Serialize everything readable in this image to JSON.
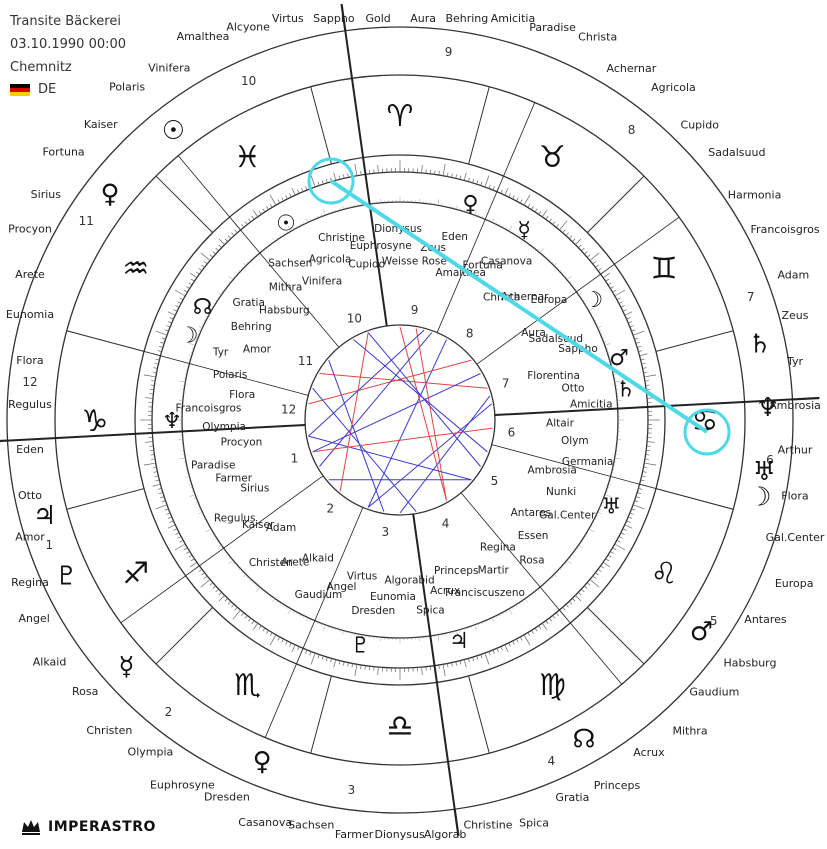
{
  "header": {
    "title": "Transite Bäckerei",
    "datetime": "03.10.1990 00:00",
    "place": "Chemnitz",
    "country": "DE"
  },
  "brand": {
    "name": "IMPERASTRO"
  },
  "colors": {
    "highlight": "#4dd9e6",
    "aspect_red": "#e04545",
    "aspect_blue": "#3b3bd1"
  },
  "zodiac": [
    "♈",
    "♉",
    "♊",
    "♋",
    "♌",
    "♍",
    "♎",
    "♏",
    "♐",
    "♑",
    "♒",
    "♓"
  ],
  "inner_house_numbers": [
    "1",
    "2",
    "3",
    "4",
    "5",
    "6",
    "7",
    "8",
    "9",
    "10",
    "11",
    "12"
  ],
  "outer_house_numbers": [
    "1",
    "2",
    "3",
    "4",
    "5",
    "6",
    "7",
    "8",
    "9",
    "10",
    "11",
    "12"
  ],
  "outer_planets": [
    "☉",
    "♃",
    "♀",
    "☊",
    "♂",
    "☽",
    "♄",
    "♆",
    "♅",
    "♇",
    "☿",
    "♀"
  ],
  "inner_planets": [
    "☉",
    "♀",
    "☿",
    "♂",
    "☽",
    "♆",
    "♅",
    "♃",
    "♇",
    "♄",
    "☊",
    "☽"
  ],
  "outer_labels": [
    "Gold",
    "Aura",
    "Behring",
    "Amicitia",
    "Paradise",
    "Christa",
    "Achernar",
    "Agricola",
    "Cupido",
    "Sadalsuud",
    "Harmonia",
    "Francoisgros",
    "Adam",
    "Zeus",
    "Tyr",
    "Ambrosia",
    "Arthur",
    "Flora",
    "Gal.Center",
    "Europa",
    "Antares",
    "Habsburg",
    "Gaudium",
    "Mithra",
    "Acrux",
    "Princeps",
    "Gratia",
    "Spica",
    "Christine",
    "Algorab",
    "Dionysus",
    "Farmer",
    "Sachsen",
    "Casanova",
    "Dresden",
    "Euphrosyne",
    "Olympia",
    "Christen",
    "Rosa",
    "Alkaid",
    "Angel",
    "Regina",
    "Amor",
    "Otto",
    "Eden",
    "Regulus",
    "Flora",
    "Eunomia",
    "Arete",
    "Procyon",
    "Sirius",
    "Fortuna",
    "Kaiser",
    "Polaris",
    "Vinifera",
    "Amalthea",
    "Alcyone",
    "Virtus",
    "Sappho"
  ],
  "inner_labels": [
    "Cupido",
    "Euphrosyne",
    "Dionysus",
    "Weisse Rose",
    "Zeus",
    "Eden",
    "Amalthea",
    "Fortuna",
    "Casanova",
    "Christa",
    "Achernar",
    "Europa",
    "Aura",
    "Sadalsuud",
    "Sappho",
    "Florentina",
    "Otto",
    "Amicitia",
    "Altair",
    "Olym",
    "Germania",
    "Ambrosia",
    "Nunki",
    "Gal.Center",
    "Antares",
    "Essen",
    "Rosa",
    "Regina",
    "Martir",
    "Franciscuszeno",
    "Princeps",
    "Acrux",
    "Spica",
    "Algorabid",
    "Eunomia",
    "Dresden",
    "Virtus",
    "Angel",
    "Gaudium",
    "Alkaid",
    "Arete",
    "Christen",
    "Adam",
    "Kaiser",
    "Regulus",
    "Sirius",
    "Farmer",
    "Paradise",
    "Procyon",
    "Olympia",
    "Francoisgros",
    "Flora",
    "Polaris",
    "Tyr",
    "Amor",
    "Behring",
    "Gratia",
    "Habsburg",
    "Mithra",
    "Sachsen",
    "Vinifera",
    "Agricola",
    "Christine"
  ]
}
